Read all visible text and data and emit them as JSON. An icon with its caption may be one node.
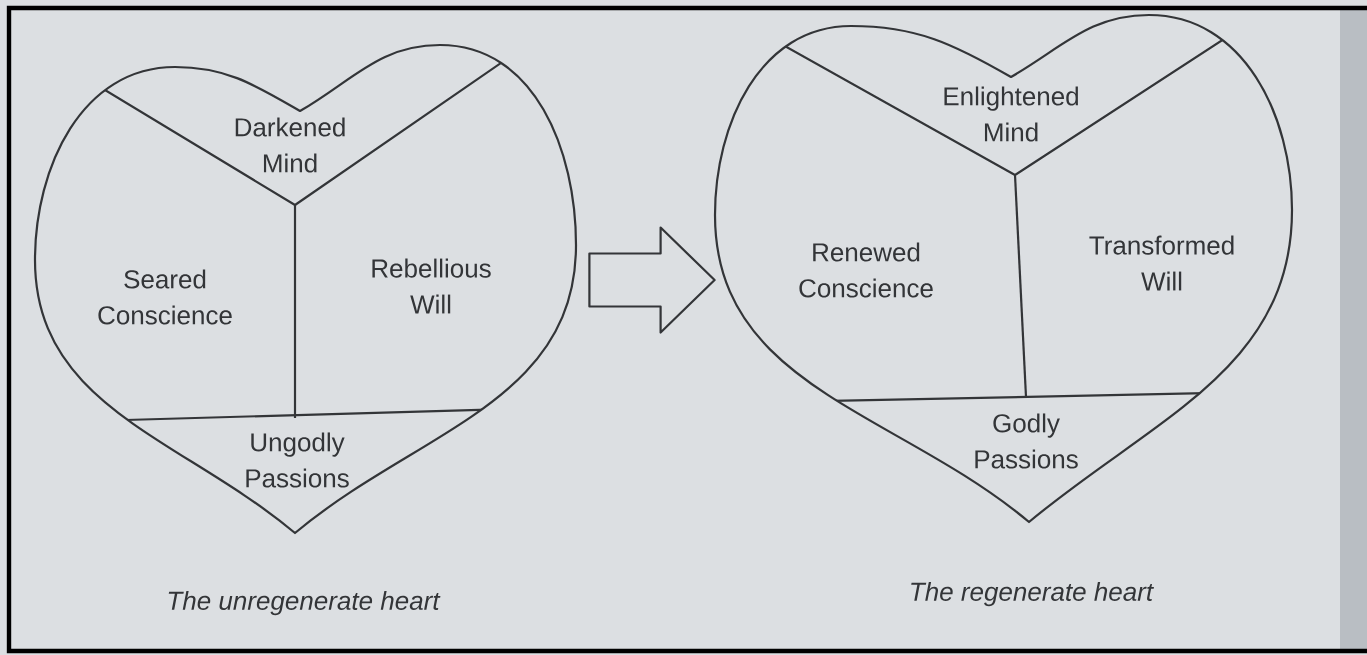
{
  "diagram": {
    "nodes": [
      {
        "text": [],
        "shape": "heart",
        "beside": [
          "The unregenerate heart"
        ]
      },
      {
        "text": [
          "Darkened Mind"
        ],
        "in": 0
      },
      {
        "text": [
          "Seared Conscience"
        ],
        "in": 0
      },
      {
        "text": [
          "Rebellious Will"
        ],
        "in": 0
      },
      {
        "text": [
          "Ungodly Passions"
        ],
        "in": 0
      },
      {
        "text": [],
        "shape": "heart",
        "beside": [
          "The regenerate heart"
        ]
      },
      {
        "text": [
          "Enlightened Mind"
        ],
        "in": 5
      },
      {
        "text": [
          "Renewed Conscience"
        ],
        "in": 5
      },
      {
        "text": [
          "Transformed Will"
        ],
        "in": 5
      },
      {
        "text": [
          "Godly Passions"
        ],
        "in": 5
      }
    ],
    "edges": [
      {
        "from": 0,
        "to": 5,
        "arrow": "to"
      }
    ]
  }
}
